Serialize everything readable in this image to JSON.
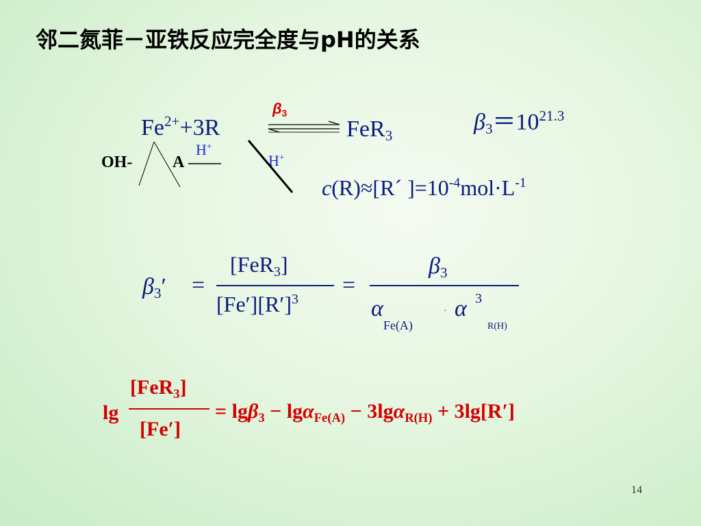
{
  "slide": {
    "title": "邻二氮菲－亚铁反应完全度与pH的关系",
    "page_number": "14"
  },
  "reaction": {
    "beta_label": "β",
    "beta_sub": "3",
    "reactant_fe": "Fe",
    "reactant_charge": "2+",
    "reactant_rest": "+3R",
    "product": "FeR",
    "product_sub": "3",
    "side_oh": "OH-",
    "side_a": "A",
    "side_h_over_a": "H",
    "side_h_plus_sup": "+",
    "side_h_right": "H",
    "side_h_right_sup": "+"
  },
  "beta_value": {
    "symbol": "β",
    "sub": "3",
    "equals": "＝",
    "base": "10",
    "exponent": "21.3"
  },
  "concentration": {
    "c": "c",
    "text": "(R)≈[R´ ]=10",
    "exp1": "-4",
    "unit": "mol·L",
    "exp2": "-1"
  },
  "conditional_constant": {
    "lhs_beta": "β",
    "lhs_sub": "3",
    "lhs_prime": "′",
    "equals": "=",
    "num1": "[FeR",
    "num1_sub": "3",
    "num1_close": "]",
    "den1": "[Fe′][R′]",
    "den1_sup": "3",
    "num2_beta": "β",
    "num2_sub": "3",
    "den2_alpha": "α",
    "den2_alpha_sub": "Fe(A)",
    "den2_dot": "·",
    "den2_alpha2": "α",
    "den2_alpha2_sup": "3",
    "den2_alpha2_sub": "R(H)"
  },
  "log_equation": {
    "lg": "lg",
    "num": "[FeR",
    "num_sub": "3",
    "num_close": "]",
    "den": "[Fe′]",
    "equals": "=",
    "t1": "lg",
    "t1_beta": "β",
    "t1_sub": "3",
    "minus1": "−",
    "t2": "lg",
    "t2_alpha": "α",
    "t2_sub": "Fe(A)",
    "minus2": "−",
    "t3": "3lg",
    "t3_alpha": "α",
    "t3_sub": "R(H)",
    "plus": "+",
    "t4": "3lg[R′]"
  },
  "colors": {
    "formula_navy": "#0a1a80",
    "beta_red": "#d40000",
    "proton_blue": "#1b2bd8",
    "background": "#e5f6e0"
  }
}
